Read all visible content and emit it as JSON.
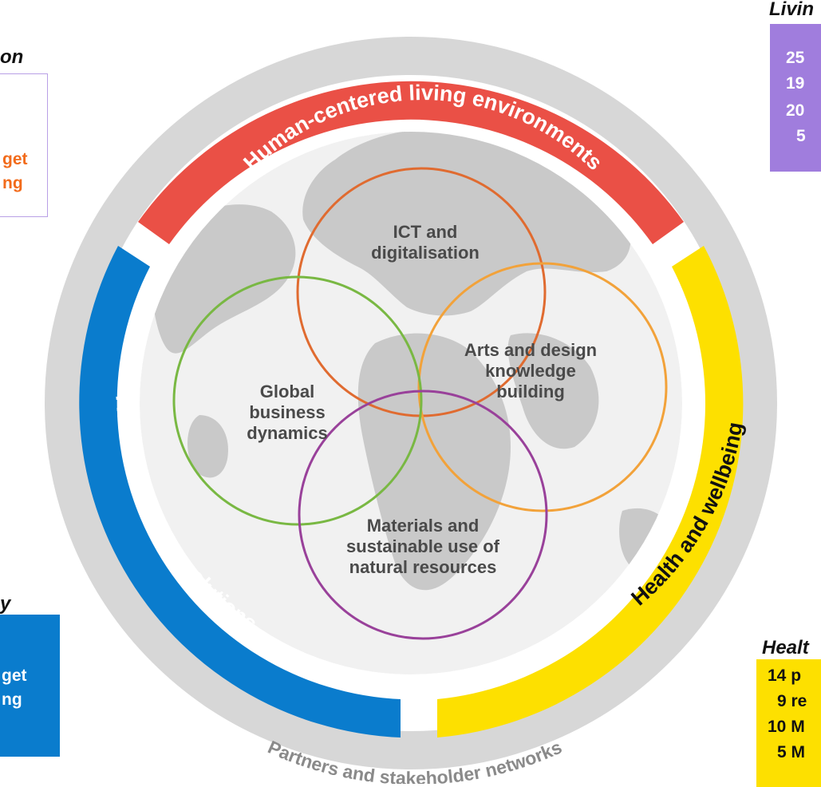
{
  "colors": {
    "outer_ring": "#d7d7d7",
    "red_band": "#ea5046",
    "blue_band": "#0a7ccd",
    "yellow_band": "#fde000",
    "ict_circle": "#e06b30",
    "arts_circle": "#f2a23a",
    "global_circle": "#79b843",
    "materials_circle": "#99419a",
    "purple_box": "#a07ddd",
    "orange_text": "#f26b1b",
    "world_map": "#c9c9c9"
  },
  "outer_ring": {
    "label": "Partners and stakeholder networks"
  },
  "bands": {
    "top": "Human-centered living environments",
    "left": "Advanced energy solutions",
    "right": "Health and wellbeing"
  },
  "circles": {
    "ict": [
      "ICT and",
      "digitalisation"
    ],
    "arts": [
      "Arts and design",
      "knowledge",
      "building"
    ],
    "global": [
      "Global",
      "business",
      "dynamics"
    ],
    "materials": [
      "Materials and",
      "sustainable use of",
      "natural resources"
    ]
  },
  "side_panels": {
    "top_left": {
      "title": "on",
      "lines": [
        "get",
        "ng"
      ]
    },
    "top_right": {
      "title": "Livin",
      "lines": [
        "25",
        "19",
        "20",
        "5"
      ]
    },
    "bottom_left": {
      "title": "y",
      "lines": [
        "get",
        "ng"
      ]
    },
    "bottom_right": {
      "title": "Healt",
      "lines": [
        "14 p",
        "9 re",
        "10 M",
        "5 M"
      ]
    }
  }
}
